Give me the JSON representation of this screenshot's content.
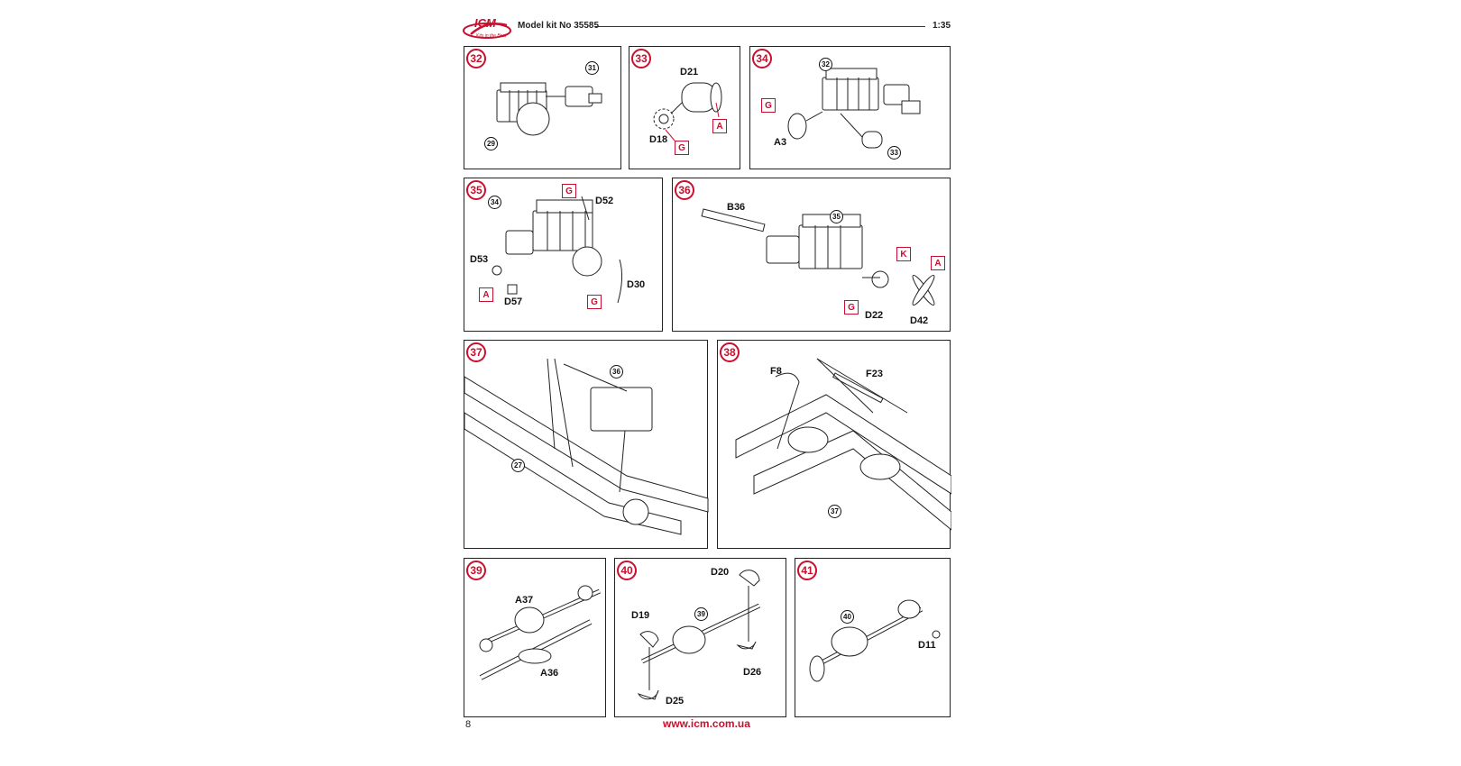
{
  "header": {
    "brand": "ICM",
    "tagline": "Kits in the Best",
    "kit_title": "Model kit No 35585",
    "scale": "1:35"
  },
  "colors": {
    "accent": "#c8102e",
    "ink": "#111111"
  },
  "steps": [
    {
      "number": "32",
      "refs": [
        "31",
        "29"
      ],
      "parts": [],
      "sprues": []
    },
    {
      "number": "33",
      "refs": [],
      "parts": [
        "D21",
        "D18"
      ],
      "sprues": [
        "A",
        "G"
      ]
    },
    {
      "number": "34",
      "refs": [
        "32",
        "33"
      ],
      "parts": [
        "A3"
      ],
      "sprues": [
        "G"
      ]
    },
    {
      "number": "35",
      "refs": [
        "34"
      ],
      "parts": [
        "D52",
        "D53",
        "D57",
        "D30"
      ],
      "sprues": [
        "G",
        "A",
        "G"
      ]
    },
    {
      "number": "36",
      "refs": [
        "35"
      ],
      "parts": [
        "B36",
        "D22",
        "D42"
      ],
      "sprues": [
        "K",
        "A",
        "G"
      ]
    },
    {
      "number": "37",
      "refs": [
        "36",
        "27"
      ],
      "parts": [],
      "sprues": []
    },
    {
      "number": "38",
      "refs": [
        "37"
      ],
      "parts": [
        "F8",
        "F23"
      ],
      "sprues": []
    },
    {
      "number": "39",
      "refs": [],
      "parts": [
        "A37",
        "A36"
      ],
      "sprues": []
    },
    {
      "number": "40",
      "refs": [
        "39"
      ],
      "parts": [
        "D20",
        "D19",
        "D26",
        "D25"
      ],
      "sprues": []
    },
    {
      "number": "41",
      "refs": [
        "40"
      ],
      "parts": [
        "D11"
      ],
      "sprues": []
    }
  ],
  "footer": {
    "page_number": "8",
    "website": "www.icm.com.ua"
  }
}
